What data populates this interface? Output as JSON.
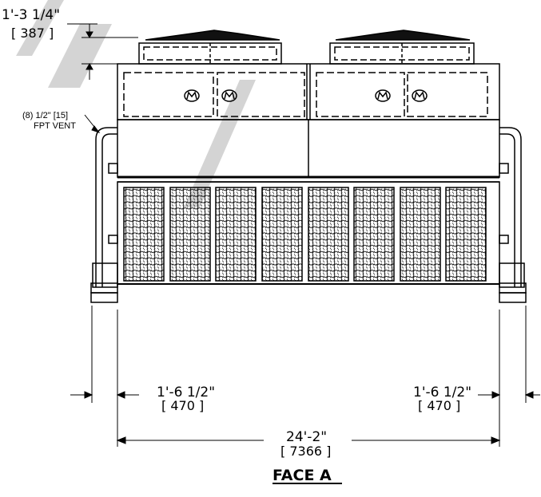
{
  "drawing": {
    "title": "FACE A",
    "watermark_color": "#c8c8c8",
    "height_dim": {
      "imperial": "1'-3 1/4\"",
      "metric": "[ 387 ]"
    },
    "vent_note": {
      "line1": "(8) 1/2\" [15]",
      "line2": "FPT VENT"
    },
    "left_offset": {
      "imperial": "1'-6 1/2\"",
      "metric": "[ 470 ]"
    },
    "right_offset": {
      "imperial": "1'-6 1/2\"",
      "metric": "[ 470 ]"
    },
    "overall_width": {
      "imperial": "24'-2\"",
      "metric": "[ 7366 ]"
    },
    "fan_cell_count": 2,
    "access_door_count": 4,
    "louver_panel_count": 8,
    "icons": [
      "fan-motor-icon",
      "dimension-arrow-icon"
    ]
  }
}
